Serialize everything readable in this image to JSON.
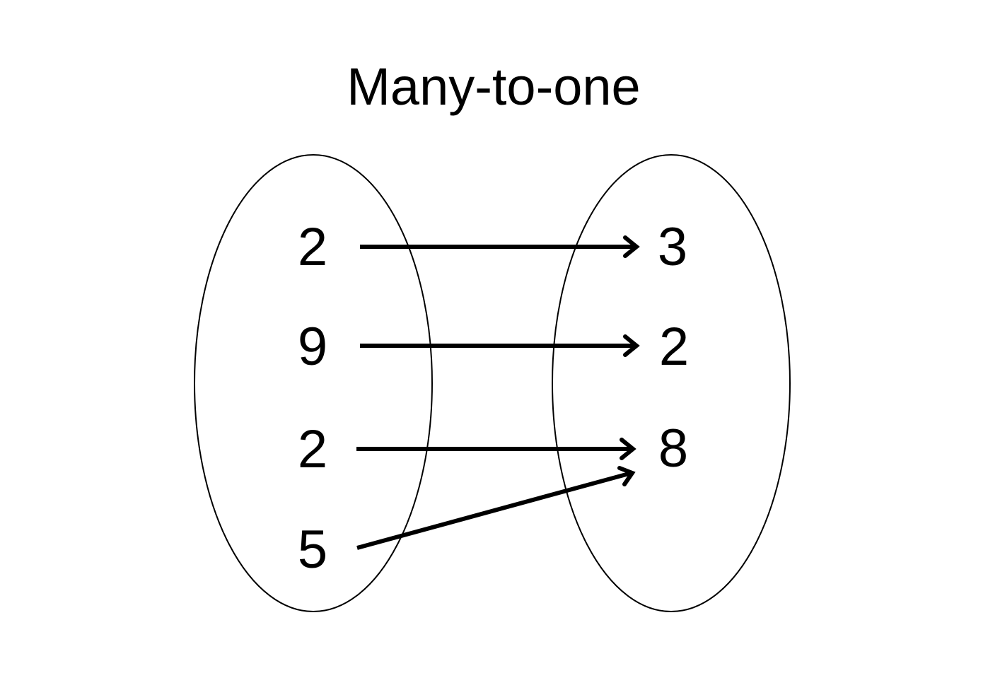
{
  "title": "Many-to-one",
  "domain_set": {
    "elements": [
      "2",
      "9",
      "2",
      "5"
    ]
  },
  "codomain_set": {
    "elements": [
      "3",
      "2",
      "8"
    ]
  },
  "mappings": [
    {
      "from": 0,
      "to": 0
    },
    {
      "from": 1,
      "to": 1
    },
    {
      "from": 2,
      "to": 2
    },
    {
      "from": 3,
      "to": 2
    }
  ],
  "colors": {
    "background": "#ffffff",
    "ink": "#000000"
  }
}
